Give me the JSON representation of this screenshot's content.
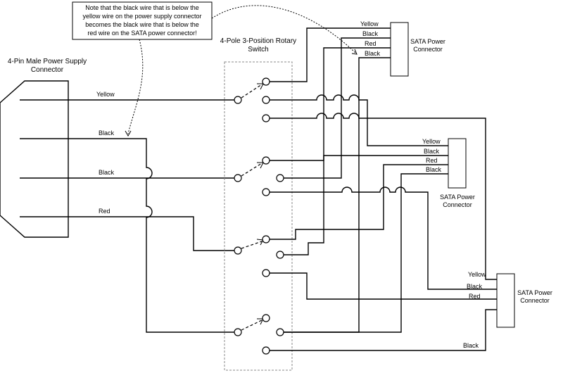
{
  "note": {
    "lines": [
      "Note that the black wire that is below the",
      "yellow wire on the power supply connector",
      "becomes the black wire that is below the",
      "red wire on the SATA power connector!"
    ]
  },
  "psu": {
    "title": [
      "4-Pin Male Power Supply",
      "Connector"
    ]
  },
  "switch": {
    "title": [
      "4-Pole 3-Position Rotary",
      "Switch"
    ]
  },
  "sata1": {
    "title": [
      "SATA Power",
      "Connector"
    ]
  },
  "sata2": {
    "title": [
      "SATA Power",
      "Connector"
    ]
  },
  "sata3": {
    "title": [
      "SATA Power",
      "Connector"
    ]
  },
  "wire_labels": {
    "psu": [
      "Yellow",
      "Black",
      "Black",
      "Red"
    ],
    "sata1": [
      "Yellow",
      "Black",
      "Red",
      "Black"
    ],
    "sata2": [
      "Yellow",
      "Black",
      "Red",
      "Black"
    ],
    "sata3": [
      "Yellow",
      "Black",
      "Red",
      "Black"
    ]
  }
}
